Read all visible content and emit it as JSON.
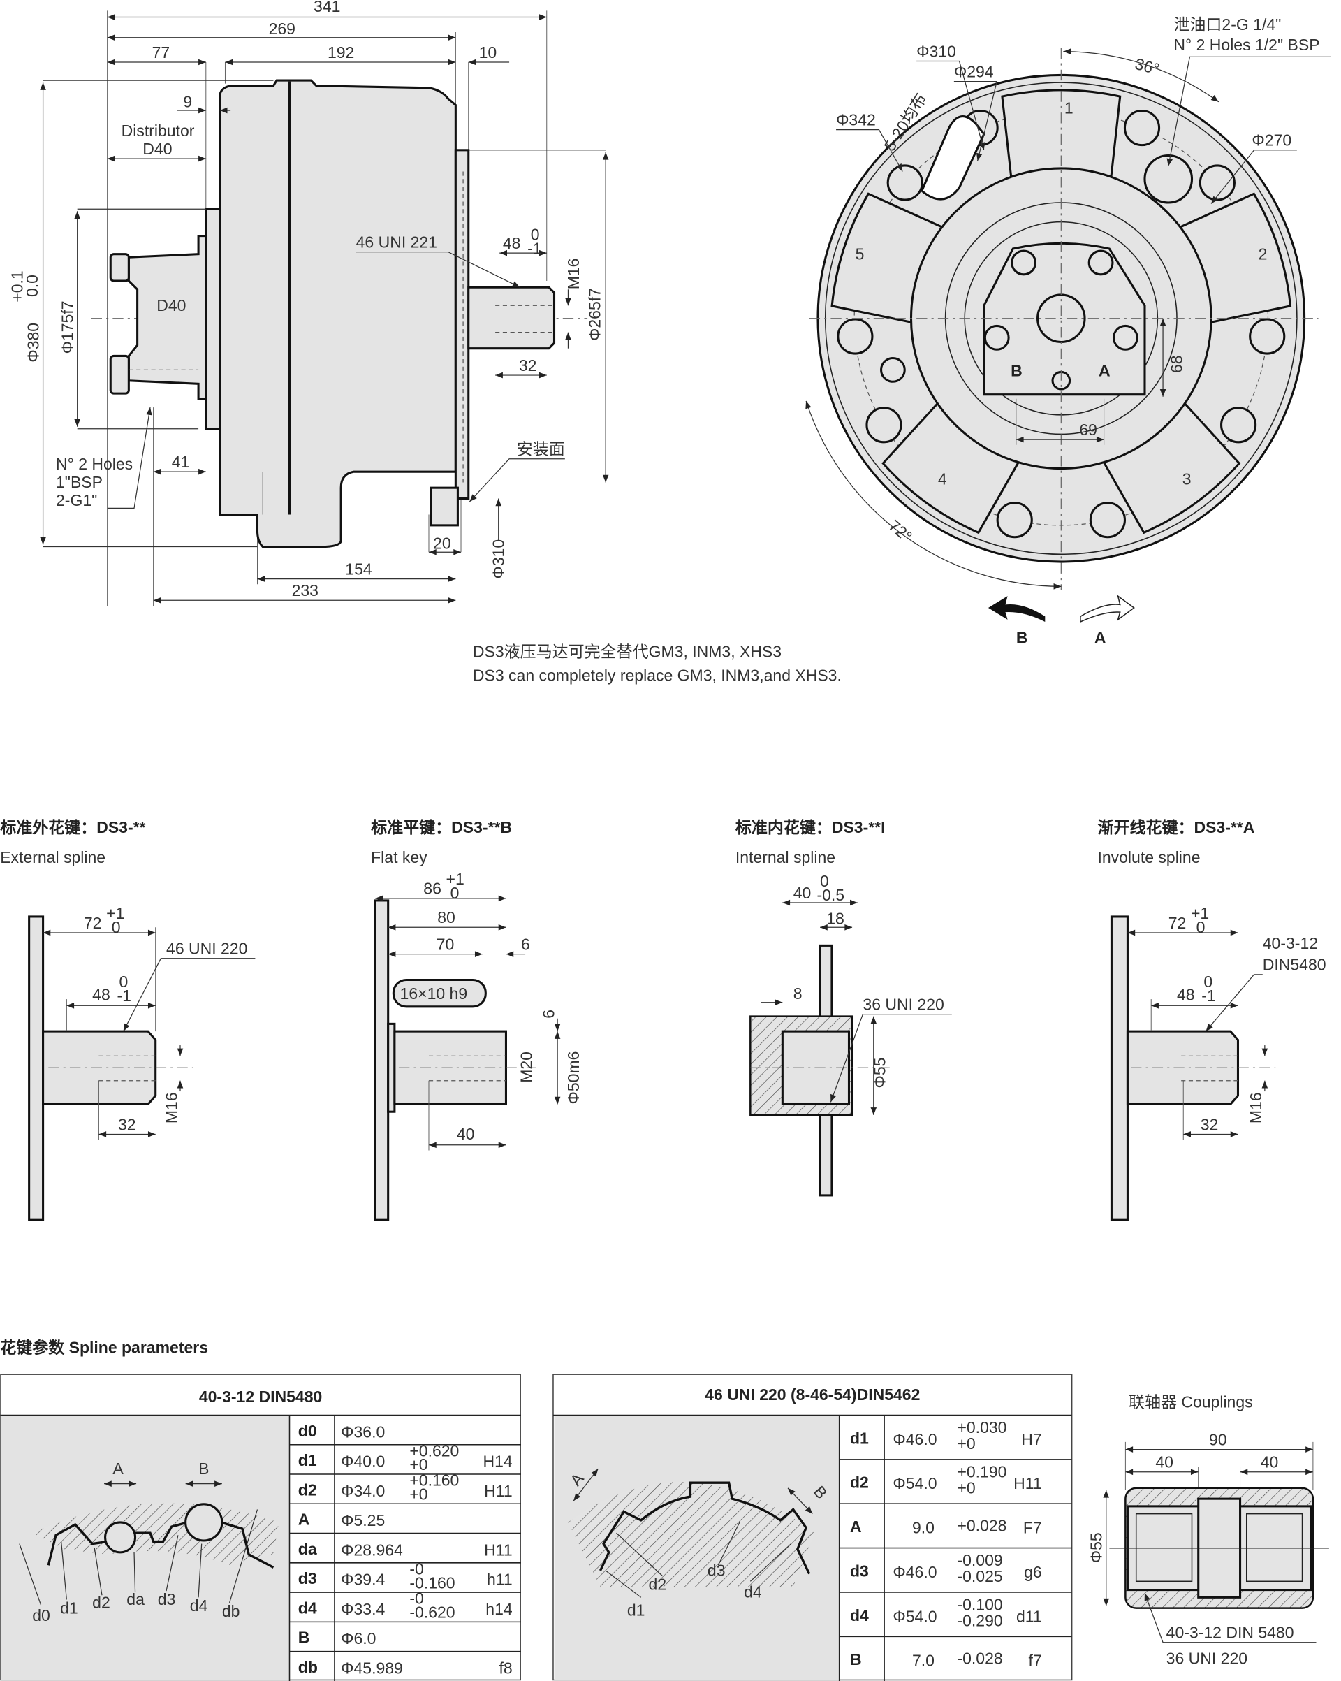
{
  "side_view": {
    "dim_total": "341",
    "dim_body": "269",
    "dim_distributor": "77",
    "dim_housing": "192",
    "dim_flange": "10",
    "dim_gap": "9",
    "distributor_label": "Distributor",
    "distributor_code": "D40",
    "body_code": "D40",
    "spline_leader": "46 UNI 221",
    "shaft_len": "48",
    "shaft_tol_upper": "0",
    "shaft_tol_lower": "-1",
    "thread": "M16",
    "pilot_dia": "Φ265f7",
    "outer_dia": "Φ380",
    "outer_tol_upper": "+0.1",
    "outer_tol_lower": "0.0",
    "dist_dia": "Φ175f7",
    "thread_depth": "32",
    "ports_line1": "N°  2 Holes",
    "ports_line2": "1\"BSP",
    "ports_line3": "2-G1\"",
    "port_offset": "41",
    "mount_face": "安装面",
    "foot_width": "20",
    "mount_dia": "Φ310",
    "dim_154": "154",
    "dim_233": "233"
  },
  "front_view": {
    "drain_cn": "泄油口2-G 1/4\"",
    "drain_en": "N°  2 Holes 1/2\" BSP",
    "angle_36": "36°",
    "dia_310": "Φ310",
    "dia_294": "Φ294",
    "slots": "5-20均布",
    "dia_342": "Φ342",
    "dia_270": "Φ270",
    "cylinders": [
      "1",
      "2",
      "3",
      "4",
      "5"
    ],
    "port_b": "B",
    "port_a": "A",
    "dim_68": "68",
    "dim_69": "69",
    "angle_72": "72°",
    "rotation_b": "B",
    "rotation_a": "A"
  },
  "note": {
    "cn": "DS3液压马达可完全替代GM3, INM3, XHS3",
    "en": "DS3 can completely replace GM3, INM3,and XHS3."
  },
  "shaft_variants": [
    {
      "title_cn": "标准外花键：DS3-**",
      "title_en": "External spline",
      "dims": {
        "len": "72",
        "len_up": "+1",
        "len_lo": "0",
        "spline": "46 UNI 220",
        "shaft": "48",
        "shaft_up": "0",
        "shaft_lo": "-1",
        "thread_depth": "32",
        "thread": "M16"
      }
    },
    {
      "title_cn": "标准平键：DS3-**B",
      "title_en": "Flat key",
      "dims": {
        "len": "86",
        "len_up": "+1",
        "len_lo": "0",
        "len2": "80",
        "key_len": "70",
        "key_off": "6",
        "key": "16×10 h9",
        "key_h": "6",
        "thread": "M20",
        "dia": "Φ50m6",
        "thread_depth": "40"
      }
    },
    {
      "title_cn": "标准内花键：DS3-**I",
      "title_en": "Internal spline",
      "dims": {
        "len": "40",
        "len_up": "0",
        "len_lo": "-0.5",
        "plate": "18",
        "recess": "8",
        "spline": "36 UNI 220",
        "dia": "Φ55"
      }
    },
    {
      "title_cn": "渐开线花键：DS3-**A",
      "title_en": "Involute spline",
      "dims": {
        "len": "72",
        "len_up": "+1",
        "len_lo": "0",
        "spline1": "40-3-12",
        "spline2": "DIN5480",
        "shaft": "48",
        "shaft_up": "0",
        "shaft_lo": "-1",
        "thread_depth": "32",
        "thread": "M16"
      }
    }
  ],
  "spline_parameters": {
    "heading": "花键参数  Spline parameters",
    "tables": [
      {
        "title": "40-3-12  DIN5480",
        "diagram_labels": {
          "a": "A",
          "b": "B",
          "d0": "d0",
          "d1": "d1",
          "d2": "d2",
          "da": "da",
          "d3": "d3",
          "d4": "d4",
          "db": "db"
        },
        "rows": [
          {
            "key": "d0",
            "value": "Φ36.0",
            "tol_upper": "",
            "tol_lower": "",
            "fit": ""
          },
          {
            "key": "d1",
            "value": "Φ40.0",
            "tol_upper": "+0.620",
            "tol_lower": "+0",
            "fit": "H14"
          },
          {
            "key": "d2",
            "value": "Φ34.0",
            "tol_upper": "+0.160",
            "tol_lower": "+0",
            "fit": "H11"
          },
          {
            "key": "A",
            "value": "Φ5.25",
            "tol_upper": "",
            "tol_lower": "",
            "fit": ""
          },
          {
            "key": "da",
            "value": "Φ28.964",
            "tol_upper": "",
            "tol_lower": "",
            "fit": "H11"
          },
          {
            "key": "d3",
            "value": "Φ39.4",
            "tol_upper": "-0",
            "tol_lower": "-0.160",
            "fit": "h11"
          },
          {
            "key": "d4",
            "value": "Φ33.4",
            "tol_upper": "-0",
            "tol_lower": "-0.620",
            "fit": "h14"
          },
          {
            "key": "B",
            "value": "Φ6.0",
            "tol_upper": "",
            "tol_lower": "",
            "fit": ""
          },
          {
            "key": "db",
            "value": "Φ45.989",
            "tol_upper": "",
            "tol_lower": "",
            "fit": "f8"
          }
        ]
      },
      {
        "title": "46 UNI 220 (8-46-54)DIN5462",
        "diagram_labels": {
          "a": "A",
          "b": "B",
          "d1": "d1",
          "d2": "d2",
          "d3": "d3",
          "d4": "d4"
        },
        "rows": [
          {
            "key": "d1",
            "value": "Φ46.0",
            "tol_upper": "+0.030",
            "tol_lower": "+0",
            "fit": "H7"
          },
          {
            "key": "d2",
            "value": "Φ54.0",
            "tol_upper": "+0.190",
            "tol_lower": "+0",
            "fit": "H11"
          },
          {
            "key": "A",
            "value": "9.0",
            "tol_upper": "+0.028",
            "tol_lower": "",
            "fit": "F7"
          },
          {
            "key": "d3",
            "value": "Φ46.0",
            "tol_upper": "-0.009",
            "tol_lower": "-0.025",
            "fit": "g6"
          },
          {
            "key": "d4",
            "value": "Φ54.0",
            "tol_upper": "-0.100",
            "tol_lower": "-0.290",
            "fit": "d11"
          },
          {
            "key": "B",
            "value": "7.0",
            "tol_upper": "-0.028",
            "tol_lower": "",
            "fit": "f7"
          }
        ]
      }
    ]
  },
  "couplings": {
    "title": "联轴器  Couplings",
    "total": "90",
    "left": "40",
    "right": "40",
    "dia": "Φ55",
    "spline1": "40-3-12 DIN 5480",
    "spline2": "36 UNI 220"
  }
}
